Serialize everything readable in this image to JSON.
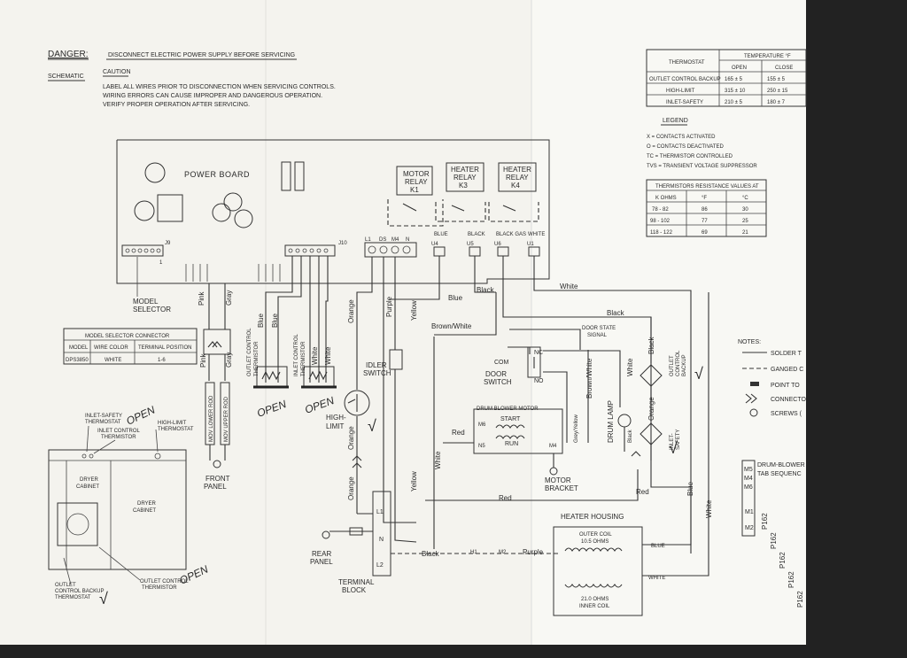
{
  "header": {
    "danger_label": "DANGER:",
    "danger_text": "DISCONNECT ELECTRIC POWER SUPPLY BEFORE SERVICING",
    "schematic_label": "SCHEMATIC",
    "caution_label": "CAUTION",
    "caution_lines": [
      "LABEL ALL WIRES PRIOR TO DISCONNECTION WHEN SERVICING CONTROLS.",
      "WIRING ERRORS CAN CAUSE IMPROPER AND DANGEROUS OPERATION.",
      "VERIFY PROPER OPERATION AFTER SERVICING."
    ]
  },
  "thermostat_table": {
    "col_thermostat": "THERMOSTAT",
    "col_temperature": "TEMPERATURE °F",
    "col_open": "OPEN",
    "col_close": "CLOSE",
    "rows": [
      {
        "name": "OUTLET CONTROL BACKUP",
        "open": "165 ± 5",
        "close": "155 ± 5"
      },
      {
        "name": "HIGH-LIMIT",
        "open": "315 ± 10",
        "close": "250 ± 15"
      },
      {
        "name": "INLET-SAFETY",
        "open": "210 ± 5",
        "close": "180 ± 7"
      }
    ]
  },
  "legend": {
    "title": "LEGEND",
    "items": [
      "X = CONTACTS ACTIVATED",
      "O = CONTACTS DEACTIVATED",
      "TC = THERMISTOR CONTROLLED",
      "TVS = TRANSIENT VOLTAGE SUPPRESSOR"
    ]
  },
  "resistance_table": {
    "title": "THERMISTORS RESISTANCE VALUES AT",
    "headers": [
      "K OHMS",
      "°F",
      "°C"
    ],
    "rows": [
      [
        "78 - 82",
        "86",
        "30"
      ],
      [
        "98 - 102",
        "77",
        "25"
      ],
      [
        "118 - 122",
        "69",
        "21"
      ]
    ]
  },
  "power_board": {
    "title": "POWER BOARD",
    "relays": [
      {
        "line1": "MOTOR",
        "line2": "RELAY",
        "line3": "K1"
      },
      {
        "line1": "HEATER",
        "line2": "RELAY",
        "line3": "K3"
      },
      {
        "line1": "HEATER",
        "line2": "RELAY",
        "line3": "K4"
      }
    ],
    "j9": "J9",
    "j10": "J10",
    "pin1": "1",
    "terminals": [
      "L1",
      "DS",
      "M4",
      "N"
    ],
    "relay_terminals": [
      "U4",
      "U5",
      "U6",
      "U1"
    ],
    "relay_wire_tags": [
      "BLUE",
      "BLACK",
      "BLACK GAS",
      "WHITE"
    ]
  },
  "model_selector": {
    "label_line1": "MODEL",
    "label_line2": "SELECTOR",
    "table_title": "MODEL SELECTOR CONNECTOR",
    "headers": [
      "MODEL",
      "WIRE COLOR",
      "TERMINAL POSITION"
    ],
    "row": [
      "DPS3850",
      "WHITE",
      "1-6"
    ]
  },
  "wires": {
    "pink": "Pink",
    "gray": "Gray",
    "blue": "Blue",
    "white": "White",
    "orange": "Orange",
    "purple": "Purple",
    "yellow": "Yellow",
    "black": "Black",
    "red": "Red",
    "brown_white": "Brown/White",
    "grey_yellow": "Grey/Yellow",
    "blue_lc": "BLUE",
    "white_lc": "WHITE"
  },
  "components": {
    "mov_lower_line1": "MOV LOWER ROD",
    "mov_upper_line1": "MOV UPPER ROD",
    "front_panel_l1": "FRONT",
    "front_panel_l2": "PANEL",
    "outlet_thermistor_l1": "OUTLET CONTROL",
    "outlet_thermistor_l2": "THERMISTOR",
    "inlet_thermistor_l1": "INLET CONTROL",
    "inlet_thermistor_l2": "THERMISTOR",
    "high_limit_l1": "HIGH-",
    "high_limit_l2": "LIMIT",
    "idler_l1": "IDLER",
    "idler_l2": "SWITCH",
    "door_l1": "DOOR",
    "door_l2": "SWITCH",
    "door_state_l1": "DOOR STATE",
    "door_state_l2": "SIGNAL",
    "com": "COM",
    "nc": "NC",
    "no": "NO",
    "drum_motor": "DRUM BLOWER MOTOR",
    "start": "START",
    "run": "RUN",
    "m6": "M6",
    "n5": "N5",
    "m4": "M4",
    "motor_bracket_l1": "MOTOR",
    "motor_bracket_l2": "BRACKET",
    "drum_lamp": "DRUM LAMP",
    "outlet_backup_l1": "OUTLET",
    "outlet_backup_l2": "CONTROL",
    "outlet_backup_l3": "BACKUP",
    "inlet_safety_l1": "INLET-",
    "inlet_safety_l2": "SAFETY",
    "heater_housing": "HEATER HOUSING",
    "outer_coil_l1": "OUTER COIL",
    "outer_coil_l2": "10.5 OHMS",
    "inner_coil_l1": "21.0 OHMS",
    "inner_coil_l2": "INNER COIL",
    "h1": "H1",
    "m2": "M2",
    "terminal_l1": "L1",
    "terminal_n": "N",
    "terminal_l2": "L2",
    "terminal_block_l1": "TERMINAL",
    "terminal_block_l2": "BLOCK",
    "rear_panel_l1": "REAR",
    "rear_panel_l2": "PANEL"
  },
  "cabinet": {
    "inlet_safety_l1": "INLET-SAFETY",
    "inlet_safety_l2": "THERMOSTAT",
    "inlet_control_l1": "INLET CONTROL",
    "inlet_control_l2": "THERMISTOR",
    "high_limit_l1": "HIGH-LIMIT",
    "high_limit_l2": "THERMOSTAT",
    "dryer_cabinet_a_l1": "DRYER",
    "dryer_cabinet_a_l2": "CABINET",
    "dryer_cabinet_b_l1": "DRYER",
    "dryer_cabinet_b_l2": "CABINET",
    "outlet_control_l1": "OUTLET CONTROL",
    "outlet_control_l2": "THERMISTOR",
    "outlet_backup_l1": "OUTLET",
    "outlet_backup_l2": "CONTROL BACKUP",
    "outlet_backup_l3": "THERMOSTAT"
  },
  "handwriting": {
    "open": "OPEN",
    "checkmark": "√"
  },
  "notes": {
    "title": "NOTES:",
    "items": [
      "SOLDER T",
      "GANGED C",
      "POINT TO",
      "CONNECTO",
      "SCREWS ("
    ]
  },
  "drum_blower_tab": {
    "title_l1": "DRUM-BLOWER",
    "title_l2": "TAB SEQUENC",
    "tabs_a": [
      "M5",
      "M4",
      "M6"
    ],
    "tabs_b": [
      "M1",
      "M2"
    ],
    "part_codes": [
      "P162",
      "P162",
      "P162",
      "P162",
      "P162"
    ]
  }
}
